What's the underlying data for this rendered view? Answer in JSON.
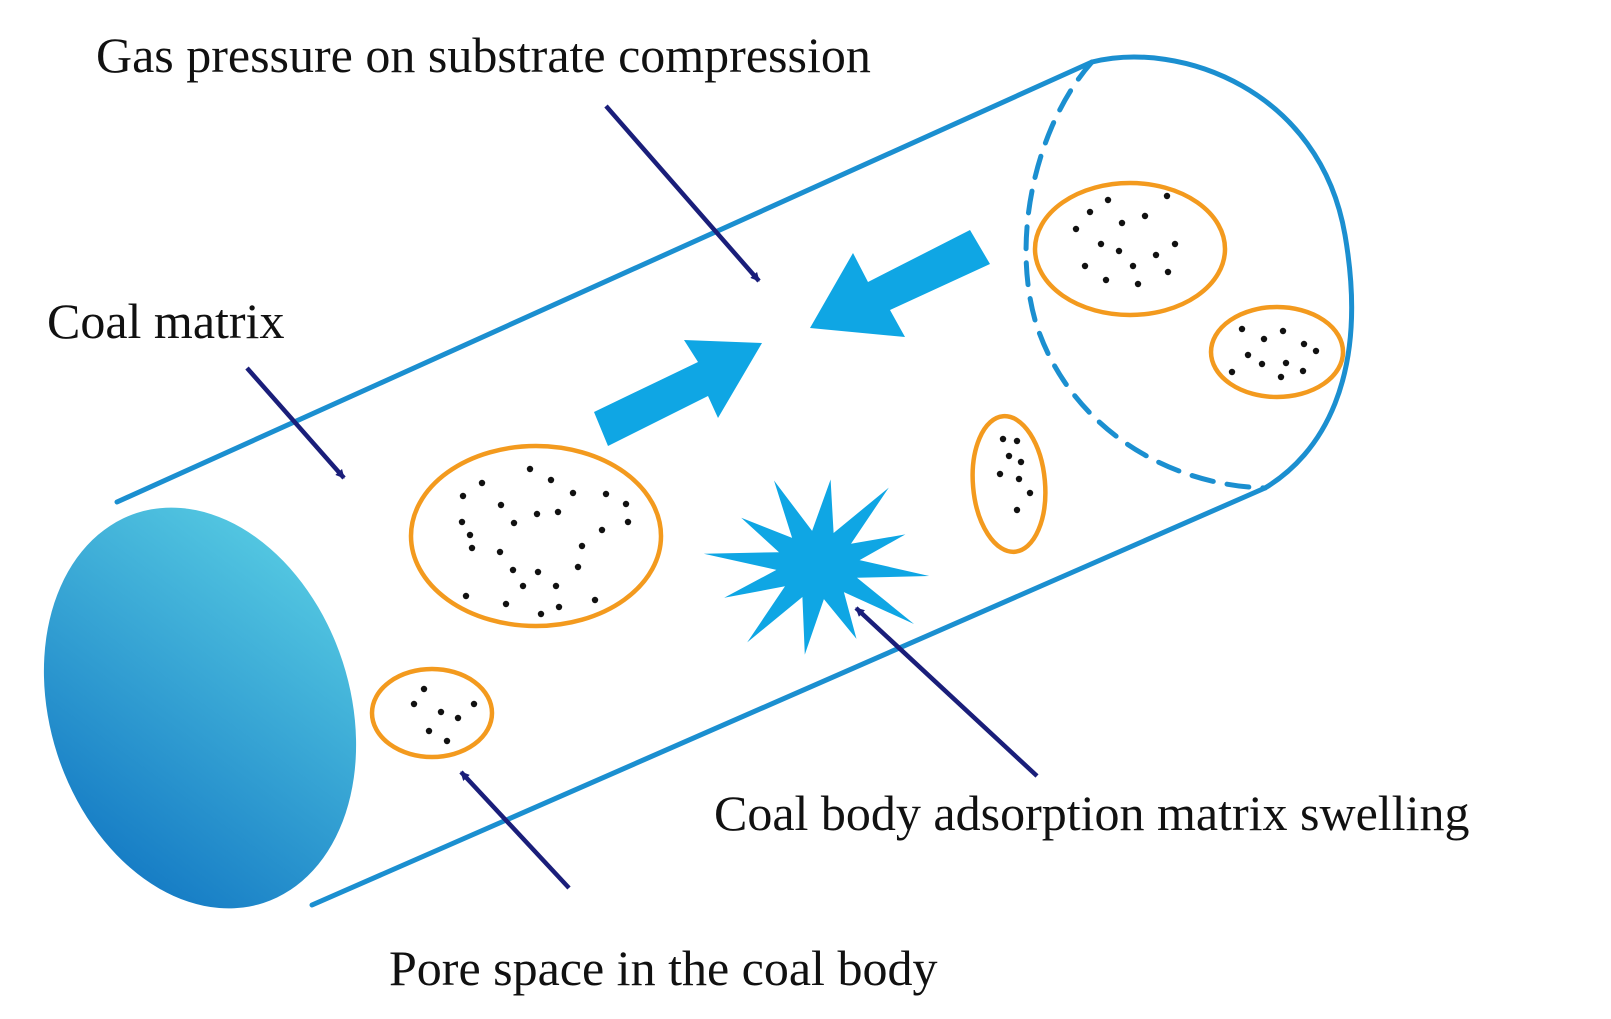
{
  "labels": {
    "gas_pressure": "Gas pressure on substrate compression",
    "coal_matrix": "Coal matrix",
    "swelling": "Coal body adsorption matrix swelling",
    "pore_space": "Pore space in the coal body"
  },
  "colors": {
    "tube": "#1b8fd0",
    "face_dark": "#0b6fc0",
    "face_light": "#5ed4e6",
    "pore": "#f39a1e",
    "dot": "#111111",
    "pointer_arrow": "#1a1e7a",
    "flow_arrow": "#0fa6e4",
    "burst": "#0fa6e4",
    "text": "#111111"
  },
  "icons": {
    "pointer": "dark-blue-arrow-icon",
    "flow": "compression-arrow-icon",
    "swelling": "starburst-icon"
  }
}
